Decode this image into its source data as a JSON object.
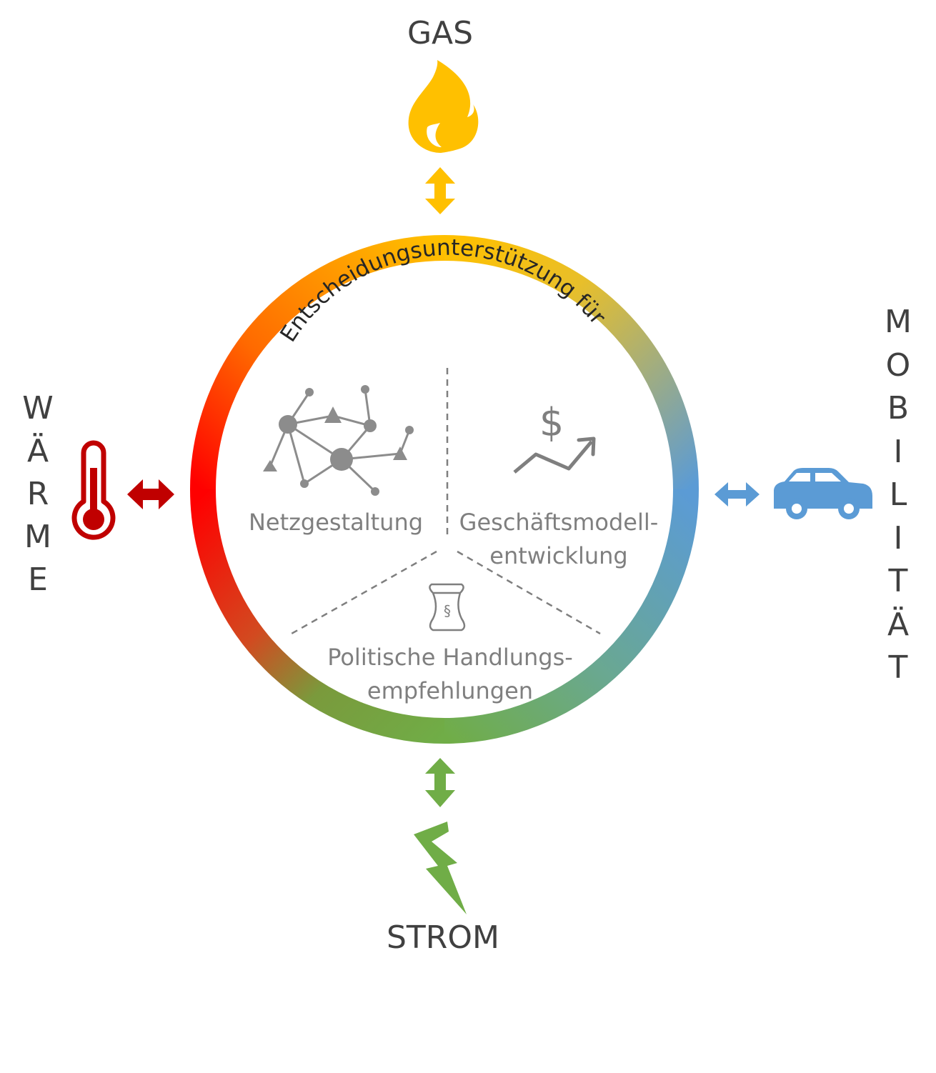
{
  "energy_sectors": {
    "gas": "GAS",
    "strom": "STROM",
    "waerme_letters": [
      "W",
      "Ä",
      "R",
      "M",
      "E"
    ],
    "mobilitaet_letters": [
      "M",
      "O",
      "B",
      "I",
      "L",
      "I",
      "T",
      "Ä",
      "T"
    ]
  },
  "circle": {
    "arc_title": "Entscheidungsunterstützung für",
    "segments": {
      "netz": "Netzgestaltung",
      "geschaeft_line1": "Geschäftsmodell-",
      "geschaeft_line2": "entwicklung",
      "politik_line1": "Politische Handlungs-",
      "politik_line2": "empfehlungen"
    }
  },
  "icon_text": {
    "dollar": "$",
    "paragraph": "§"
  },
  "icons": {
    "gas": "flame-icon",
    "strom": "lightning-icon",
    "waerme": "thermometer-icon",
    "mobilitaet": "car-icon",
    "netz": "network-icon",
    "geschaeft": "dollar-growth-icon",
    "politik": "paragraph-scroll-icon"
  },
  "colors": {
    "gas": "#FFC000",
    "strom": "#70AD47",
    "waerme": "#C00000",
    "mobilitaet": "#5B9BD5",
    "ring_red": "#FF0000",
    "ring_orange": "#FF7F00",
    "text_gray": "#7F7F7F",
    "text_dark": "#404040"
  }
}
